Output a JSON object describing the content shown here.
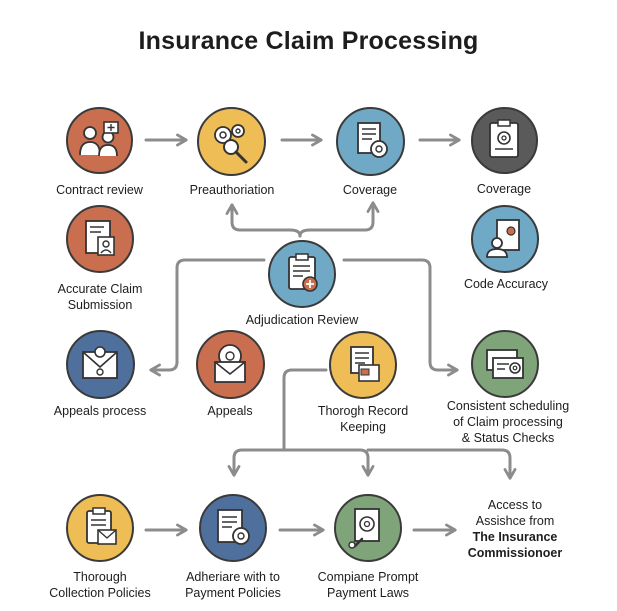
{
  "title": "Insurance Claim Processing",
  "colors": {
    "terracotta": "#c96f4f",
    "mustard": "#eebd55",
    "teal": "#6fa9c6",
    "gray": "#5a5a5a",
    "navy": "#4f6f9c",
    "sage": "#7fa47a",
    "arrow": "#8c8c8c"
  },
  "nodes": {
    "contract_review": {
      "label": [
        "Contract review"
      ],
      "color": "terracotta",
      "icon": "people-document-icon"
    },
    "preauthorization": {
      "label": [
        "Preauthoriation"
      ],
      "color": "mustard",
      "icon": "gears-magnifier-icon"
    },
    "coverage_1": {
      "label": [
        "Coverage"
      ],
      "color": "teal",
      "icon": "document-gear-icon"
    },
    "coverage_2": {
      "label": [
        "Coverage"
      ],
      "color": "gray",
      "icon": "clipboard-gear-icon"
    },
    "accurate_submission": {
      "label": [
        "Accurate Claim",
        "Submission"
      ],
      "color": "terracotta",
      "icon": "id-document-icon"
    },
    "adjudication_review": {
      "label": [
        "Adjudication Review"
      ],
      "color": "teal",
      "icon": "clipboard-plus-icon"
    },
    "code_accuracy": {
      "label": [
        "Code Accuracy"
      ],
      "color": "teal",
      "icon": "person-document-icon"
    },
    "appeals_process": {
      "label": [
        "Appeals process"
      ],
      "color": "navy",
      "icon": "envelope-person-icon"
    },
    "appeals": {
      "label": [
        "Appeals"
      ],
      "color": "terracotta",
      "icon": "envelope-gear-icon"
    },
    "record_keeping": {
      "label": [
        "Thorogh Record",
        "Keeping"
      ],
      "color": "mustard",
      "icon": "stacked-documents-icon"
    },
    "consistent_scheduling": {
      "label": [
        "Consistent scheduling",
        "of Claim processing",
        "& Status Checks"
      ],
      "color": "sage",
      "icon": "cards-gear-icon"
    },
    "collection_policies": {
      "label": [
        "Thorough",
        "Collection Policies"
      ],
      "color": "mustard",
      "icon": "clipboard-envelope-icon"
    },
    "payment_policies": {
      "label": [
        "Adheriare with to",
        "Payment Policies"
      ],
      "color": "navy",
      "icon": "document-gear-icon"
    },
    "prompt_payment": {
      "label": [
        "Compiane Prompt",
        "Payment Laws"
      ],
      "color": "sage",
      "icon": "document-wrench-icon"
    },
    "commissioner": {
      "label": [
        "Access to",
        "Assishce from",
        "The Insurance",
        "Commissionoer"
      ],
      "color": "none",
      "icon": ""
    }
  }
}
